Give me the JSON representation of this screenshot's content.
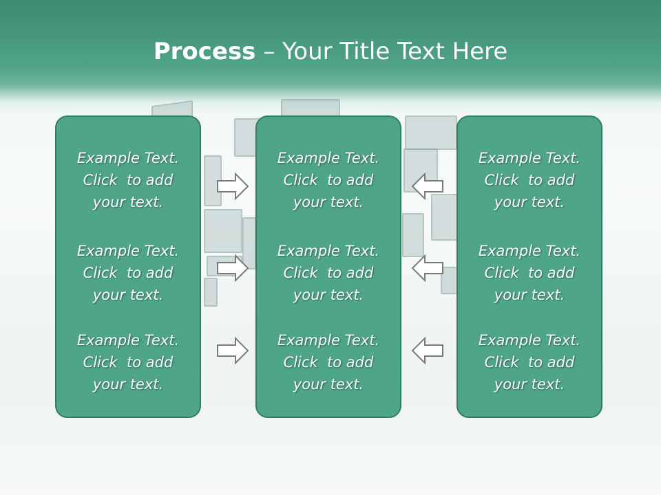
{
  "title": {
    "bold": "Process",
    "rest": " – Your Title Text Here"
  },
  "columns": [
    {
      "cells": [
        "Example Text.\nClick  to add\nyour text.",
        "Example Text.\nClick  to add\nyour text.",
        "Example Text.\nClick  to add\nyour text."
      ]
    },
    {
      "cells": [
        "Example Text.\nClick  to add\nyour text.",
        "Example Text.\nClick  to add\nyour text.",
        "Example Text.\nClick  to add\nyour text."
      ]
    },
    {
      "cells": [
        "Example Text.\nClick  to add\nyour text.",
        "Example Text.\nClick  to add\nyour text.",
        "Example Text.\nClick  to add\nyour text."
      ]
    }
  ],
  "colors": {
    "header": "#4ea286",
    "panel": "#4fa687",
    "panel_border": "#2f7d64",
    "arrow_fill": "#ffffff",
    "arrow_stroke": "#7a7a7a"
  },
  "icons": {
    "left_arrows": "arrow-right-icon",
    "right_arrows": "arrow-left-icon"
  }
}
